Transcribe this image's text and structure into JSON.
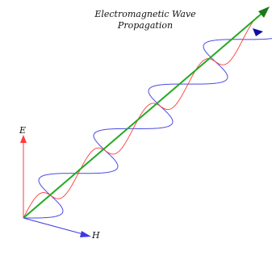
{
  "title": {
    "line1": "Electromagnetic Wave",
    "line2": "Propagation"
  },
  "labels": {
    "e": "E",
    "h": "H"
  },
  "colors": {
    "propagation_axis": "#22aa22",
    "propagation_arrowhead": "#1a7a1a",
    "e_field": "#ff3b3b",
    "h_field": "#4a4ae6",
    "h_axis": "#3a3ae0",
    "tip_marker": "#1010a0"
  }
}
